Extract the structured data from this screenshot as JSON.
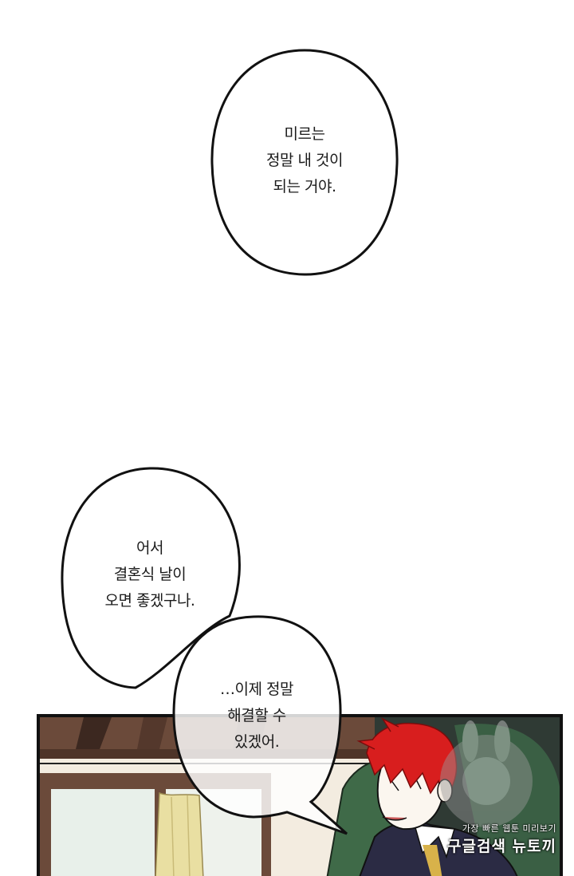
{
  "bubble_1": {
    "lines": [
      "미르는",
      "정말 내 것이",
      "되는 거야."
    ]
  },
  "bubble_2": {
    "lines": [
      "어서",
      "결혼식 날이",
      "오면 좋겠구나."
    ]
  },
  "bubble_3": {
    "lines": [
      "…이제 정말",
      "해결할 수",
      "있겠어."
    ]
  },
  "watermark": {
    "line1": "가장 빠른 웹툰 미리보기",
    "line2": "구글검색 뉴토끼"
  },
  "colors": {
    "hair": "#d81e1e",
    "coat": "#2b2b44",
    "chair": "#3f6a48",
    "curtain": "#e9dfa2"
  }
}
